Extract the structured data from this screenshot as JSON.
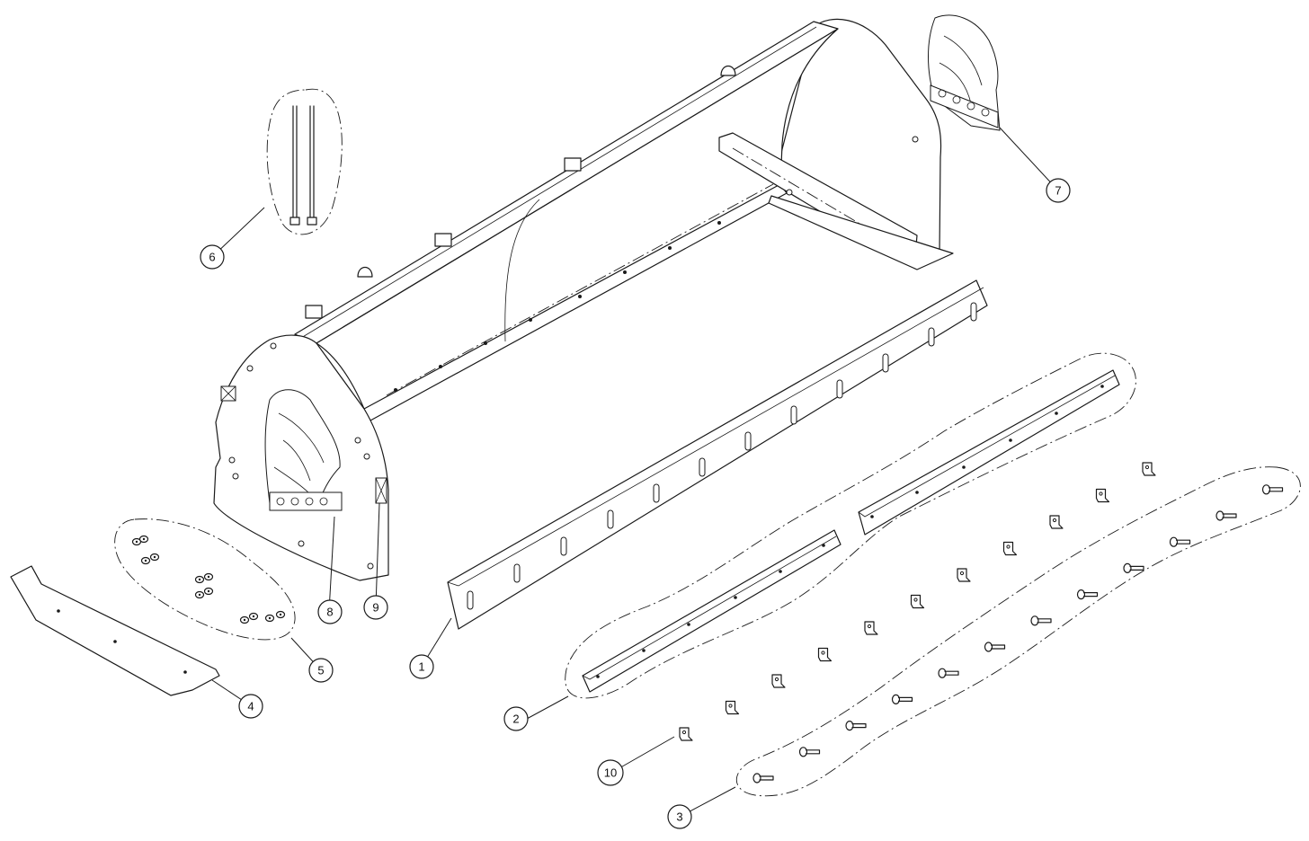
{
  "callouts": [
    {
      "label": "1"
    },
    {
      "label": "2"
    },
    {
      "label": "3"
    },
    {
      "label": "4"
    },
    {
      "label": "5"
    },
    {
      "label": "6"
    },
    {
      "label": "7"
    },
    {
      "label": "8"
    },
    {
      "label": "9"
    },
    {
      "label": "10"
    }
  ],
  "colors": {
    "ink": "#1a1a1a",
    "background": "#ffffff"
  }
}
